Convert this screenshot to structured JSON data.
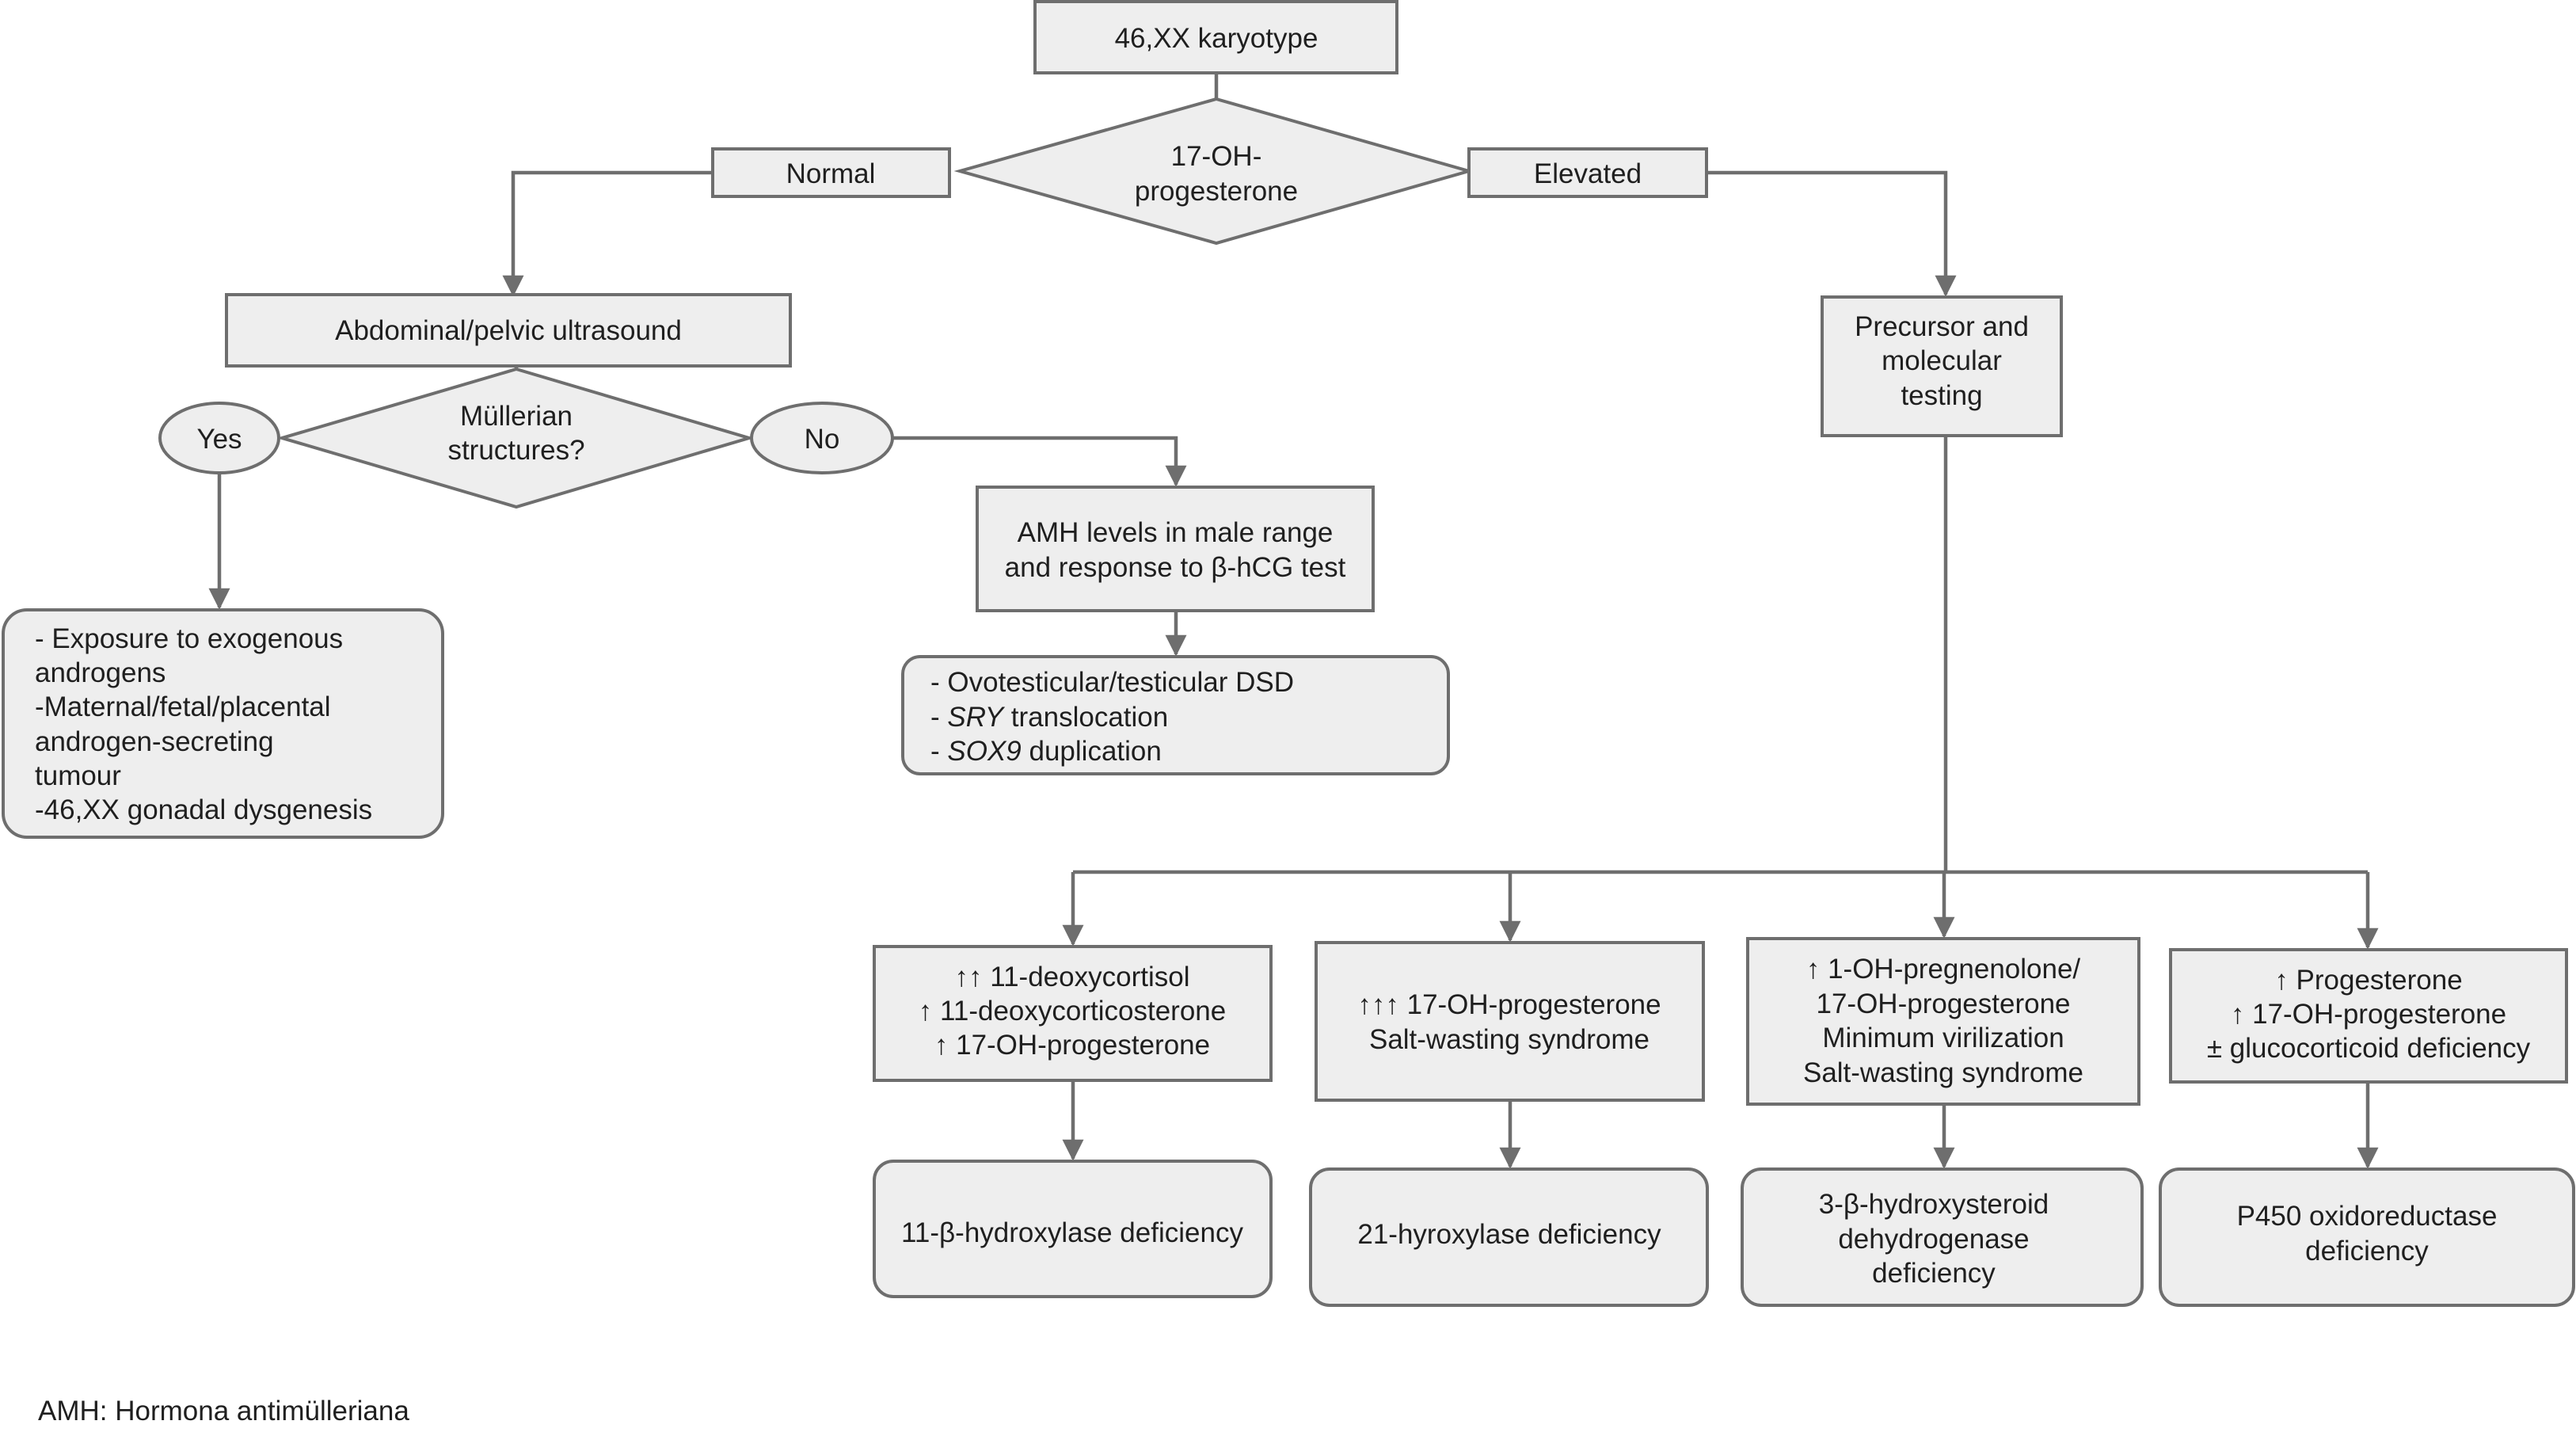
{
  "nodes": {
    "karyotype": "46,XX karyotype",
    "ohp_decision": [
      "17-OH-",
      "progesterone"
    ],
    "normal": "Normal",
    "elevated": "Elevated",
    "ultrasound": "Abdominal/pelvic ultrasound",
    "mullerian_decision": [
      "Müllerian",
      "structures?"
    ],
    "yes": "Yes",
    "no": "No",
    "amh": [
      "AMH levels in male range",
      "and response to β-hCG test"
    ],
    "exogenous": [
      "- Exposure to exogenous",
      "androgens",
      "-Maternal/fetal/placental",
      "androgen-secreting",
      "tumour",
      "-46,XX gonadal dysgenesis"
    ],
    "ovotesticular": {
      "line1": "- Ovotesticular/testicular DSD",
      "line2_prefix": "- ",
      "line2_italic": "SRY",
      "line2_rest": " translocation",
      "line3_prefix": "- ",
      "line3_italic": "SOX9",
      "line3_rest": " duplication"
    },
    "precursor": [
      "Precursor and",
      "molecular",
      "testing"
    ],
    "lab_a": [
      "↑↑ 11-deoxycortisol",
      "↑ 11-deoxycorticosterone",
      "↑ 17-OH-progesterone"
    ],
    "lab_b": [
      "↑↑↑ 17-OH-progesterone",
      "Salt-wasting syndrome"
    ],
    "lab_c": [
      "↑ 1-OH-pregnenolone/",
      "17-OH-progesterone",
      "Minimum virilization",
      "Salt-wasting syndrome"
    ],
    "lab_d": [
      "↑ Progesterone",
      "↑ 17-OH-progesterone",
      "± glucocorticoid deficiency"
    ],
    "dx_a": "11-β-hydroxylase deficiency",
    "dx_b": "21-hyroxylase deficiency",
    "dx_c": [
      "3-β-hydroxysteroid",
      "dehydrogenase",
      "deficiency"
    ],
    "dx_d": [
      "P450 oxidoreductase",
      "deficiency"
    ]
  },
  "footnote": "AMH: Hormona antimülleriana"
}
